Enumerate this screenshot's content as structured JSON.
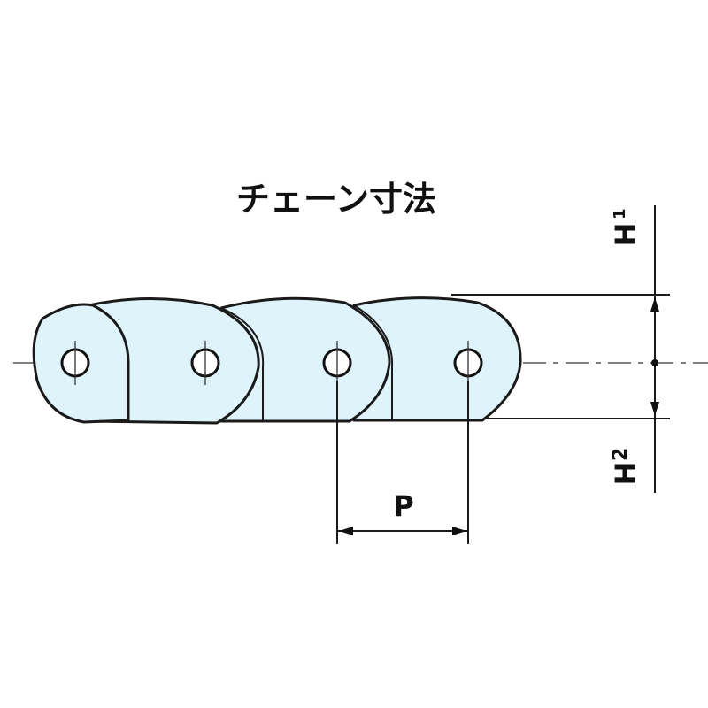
{
  "title": "チェーン寸法",
  "labels": {
    "h1": "H",
    "h1_sub": "1",
    "h2": "H",
    "h2_sub": "2",
    "pitch": "P"
  },
  "colors": {
    "plate_fill": "#dff3fa",
    "line": "#1a1a1a"
  }
}
